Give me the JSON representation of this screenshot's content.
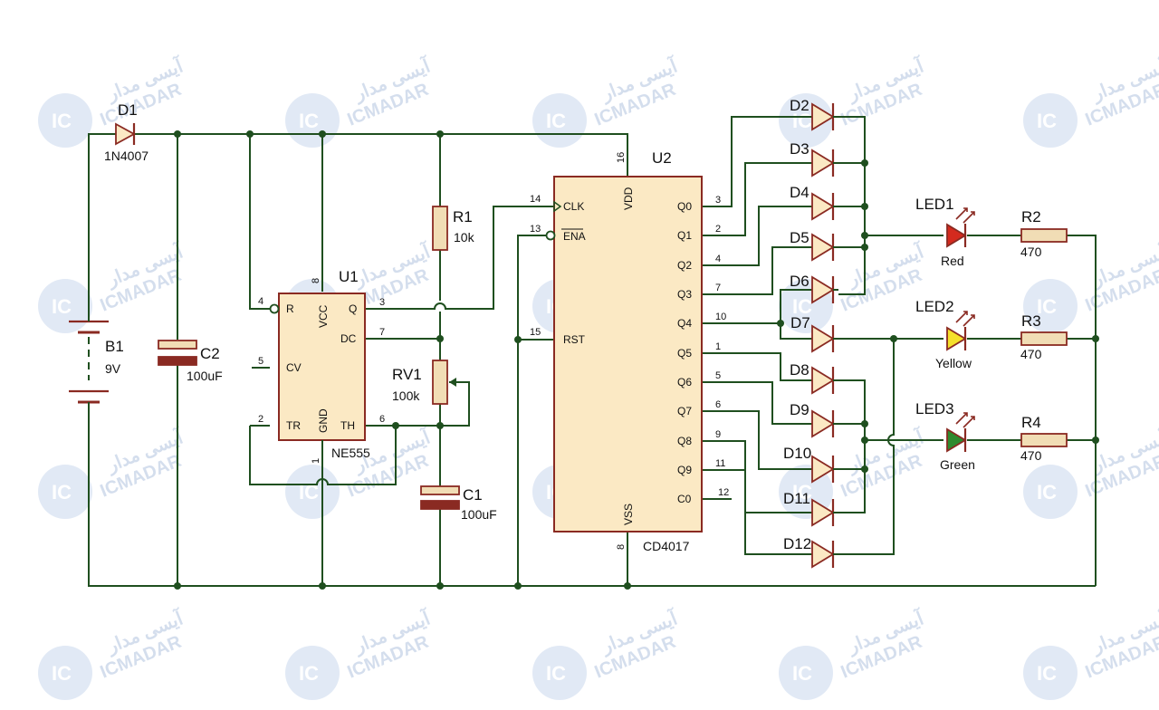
{
  "watermark": {
    "latin": "ICMADAR",
    "persian": "آیسی مدار",
    "logo": "IC"
  },
  "components": {
    "d1": {
      "ref": "D1",
      "value": "1N4007"
    },
    "b1": {
      "ref": "B1",
      "value": "9V"
    },
    "c2": {
      "ref": "C2",
      "value": "100uF"
    },
    "u1": {
      "ref": "U1",
      "part": "NE555",
      "pins": {
        "r": "R",
        "vcc": "VCC",
        "q": "Q",
        "dc": "DC",
        "cv": "CV",
        "tr": "TR",
        "gnd": "GND",
        "th": "TH"
      },
      "pin_numbers": {
        "r": "4",
        "vcc": "8",
        "q": "3",
        "dc": "7",
        "cv": "5",
        "tr": "2",
        "gnd": "1",
        "th": "6"
      }
    },
    "r1": {
      "ref": "R1",
      "value": "10k"
    },
    "rv1": {
      "ref": "RV1",
      "value": "100k"
    },
    "c1": {
      "ref": "C1",
      "value": "100uF"
    },
    "u2": {
      "ref": "U2",
      "part": "CD4017",
      "pins": {
        "clk": "CLK",
        "ena": "ENA",
        "rst": "RST",
        "vdd": "VDD",
        "vss": "VSS",
        "q0": "Q0",
        "q1": "Q1",
        "q2": "Q2",
        "q3": "Q3",
        "q4": "Q4",
        "q5": "Q5",
        "q6": "Q6",
        "q7": "Q7",
        "q8": "Q8",
        "q9": "Q9",
        "c0": "C0"
      },
      "pin_numbers": {
        "clk": "14",
        "ena": "13",
        "rst": "15",
        "vdd": "16",
        "vss": "8",
        "q0": "3",
        "q1": "2",
        "q2": "4",
        "q3": "7",
        "q4": "10",
        "q5": "1",
        "q6": "5",
        "q7": "6",
        "q8": "9",
        "q9": "11",
        "c0": "12"
      }
    },
    "diodes": [
      "D2",
      "D3",
      "D4",
      "D5",
      "D6",
      "D7",
      "D8",
      "D9",
      "D10",
      "D11",
      "D12"
    ],
    "leds": [
      {
        "ref": "LED1",
        "color_label": "Red",
        "color": "#d42a1e"
      },
      {
        "ref": "LED2",
        "color_label": "Yellow",
        "color": "#f5e02a"
      },
      {
        "ref": "LED3",
        "color_label": "Green",
        "color": "#2f8a2f"
      }
    ],
    "resistors": [
      {
        "ref": "R2",
        "value": "470"
      },
      {
        "ref": "R3",
        "value": "470"
      },
      {
        "ref": "R4",
        "value": "470"
      }
    ]
  }
}
